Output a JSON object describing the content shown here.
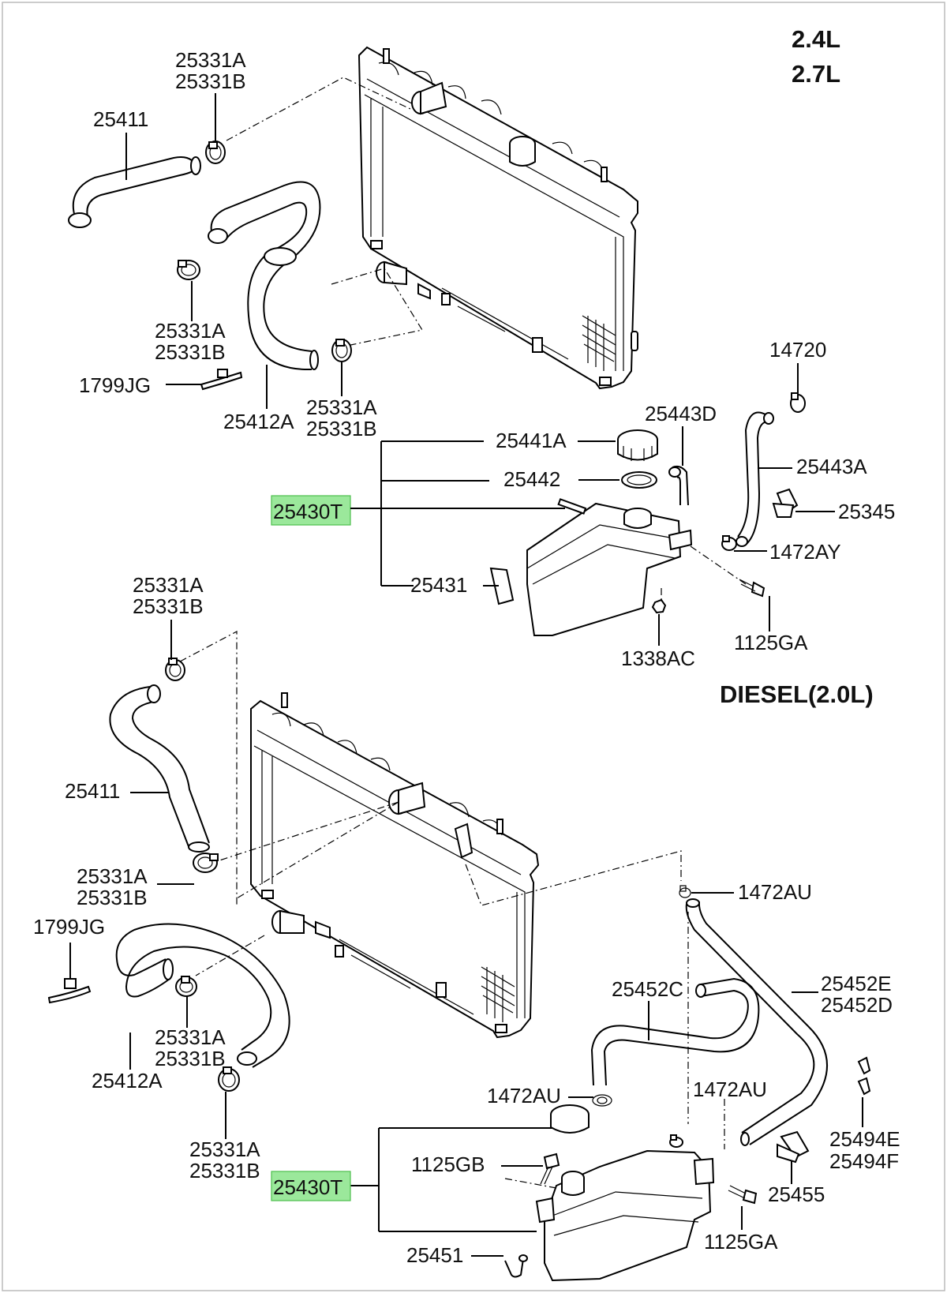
{
  "headings": {
    "engine_24": "2.4L",
    "engine_27": "2.7L",
    "diesel": "DIESEL(2.0L)"
  },
  "highlight_color": "#9be89b",
  "top": {
    "hose_upper": "25411",
    "clamp_a_1": "25331A",
    "clamp_b_1": "25331B",
    "clamp_a_2": "25331A",
    "clamp_b_2": "25331B",
    "clamp_a_3": "25331A",
    "clamp_b_3": "25331B",
    "tie": "1799JG",
    "hose_lower": "25412A",
    "cap": "25441A",
    "gasket": "25442",
    "reservoir_assy": "25430T",
    "reservoir": "25431",
    "hose_small": "25443D",
    "overflow_pipe_id": "14720",
    "overflow_hose": "25443A",
    "clip": "25345",
    "clamp_small": "1472AY",
    "bolt": "1125GA",
    "nut": "1338AC"
  },
  "bottom": {
    "clamp_a_1": "25331A",
    "clamp_b_1": "25331B",
    "hose_upper": "25411",
    "clamp_a_2": "25331A",
    "clamp_b_2": "25331B",
    "tie": "1799JG",
    "hose_lower": "25412A",
    "clamp_a_3": "25331A",
    "clamp_b_3": "25331B",
    "clamp_top": "1472AU",
    "hose_e": "25452E",
    "hose_d": "25452D",
    "hose_c": "25452C",
    "clamp_left": "1472AU",
    "clamp_mid": "1472AU",
    "clip_e": "25494E",
    "clip_f": "25494F",
    "bolt_gb": "1125GB",
    "reservoir_assy": "25430T",
    "bracket": "25455",
    "bolt_ga": "1125GA",
    "pipe": "25451"
  }
}
